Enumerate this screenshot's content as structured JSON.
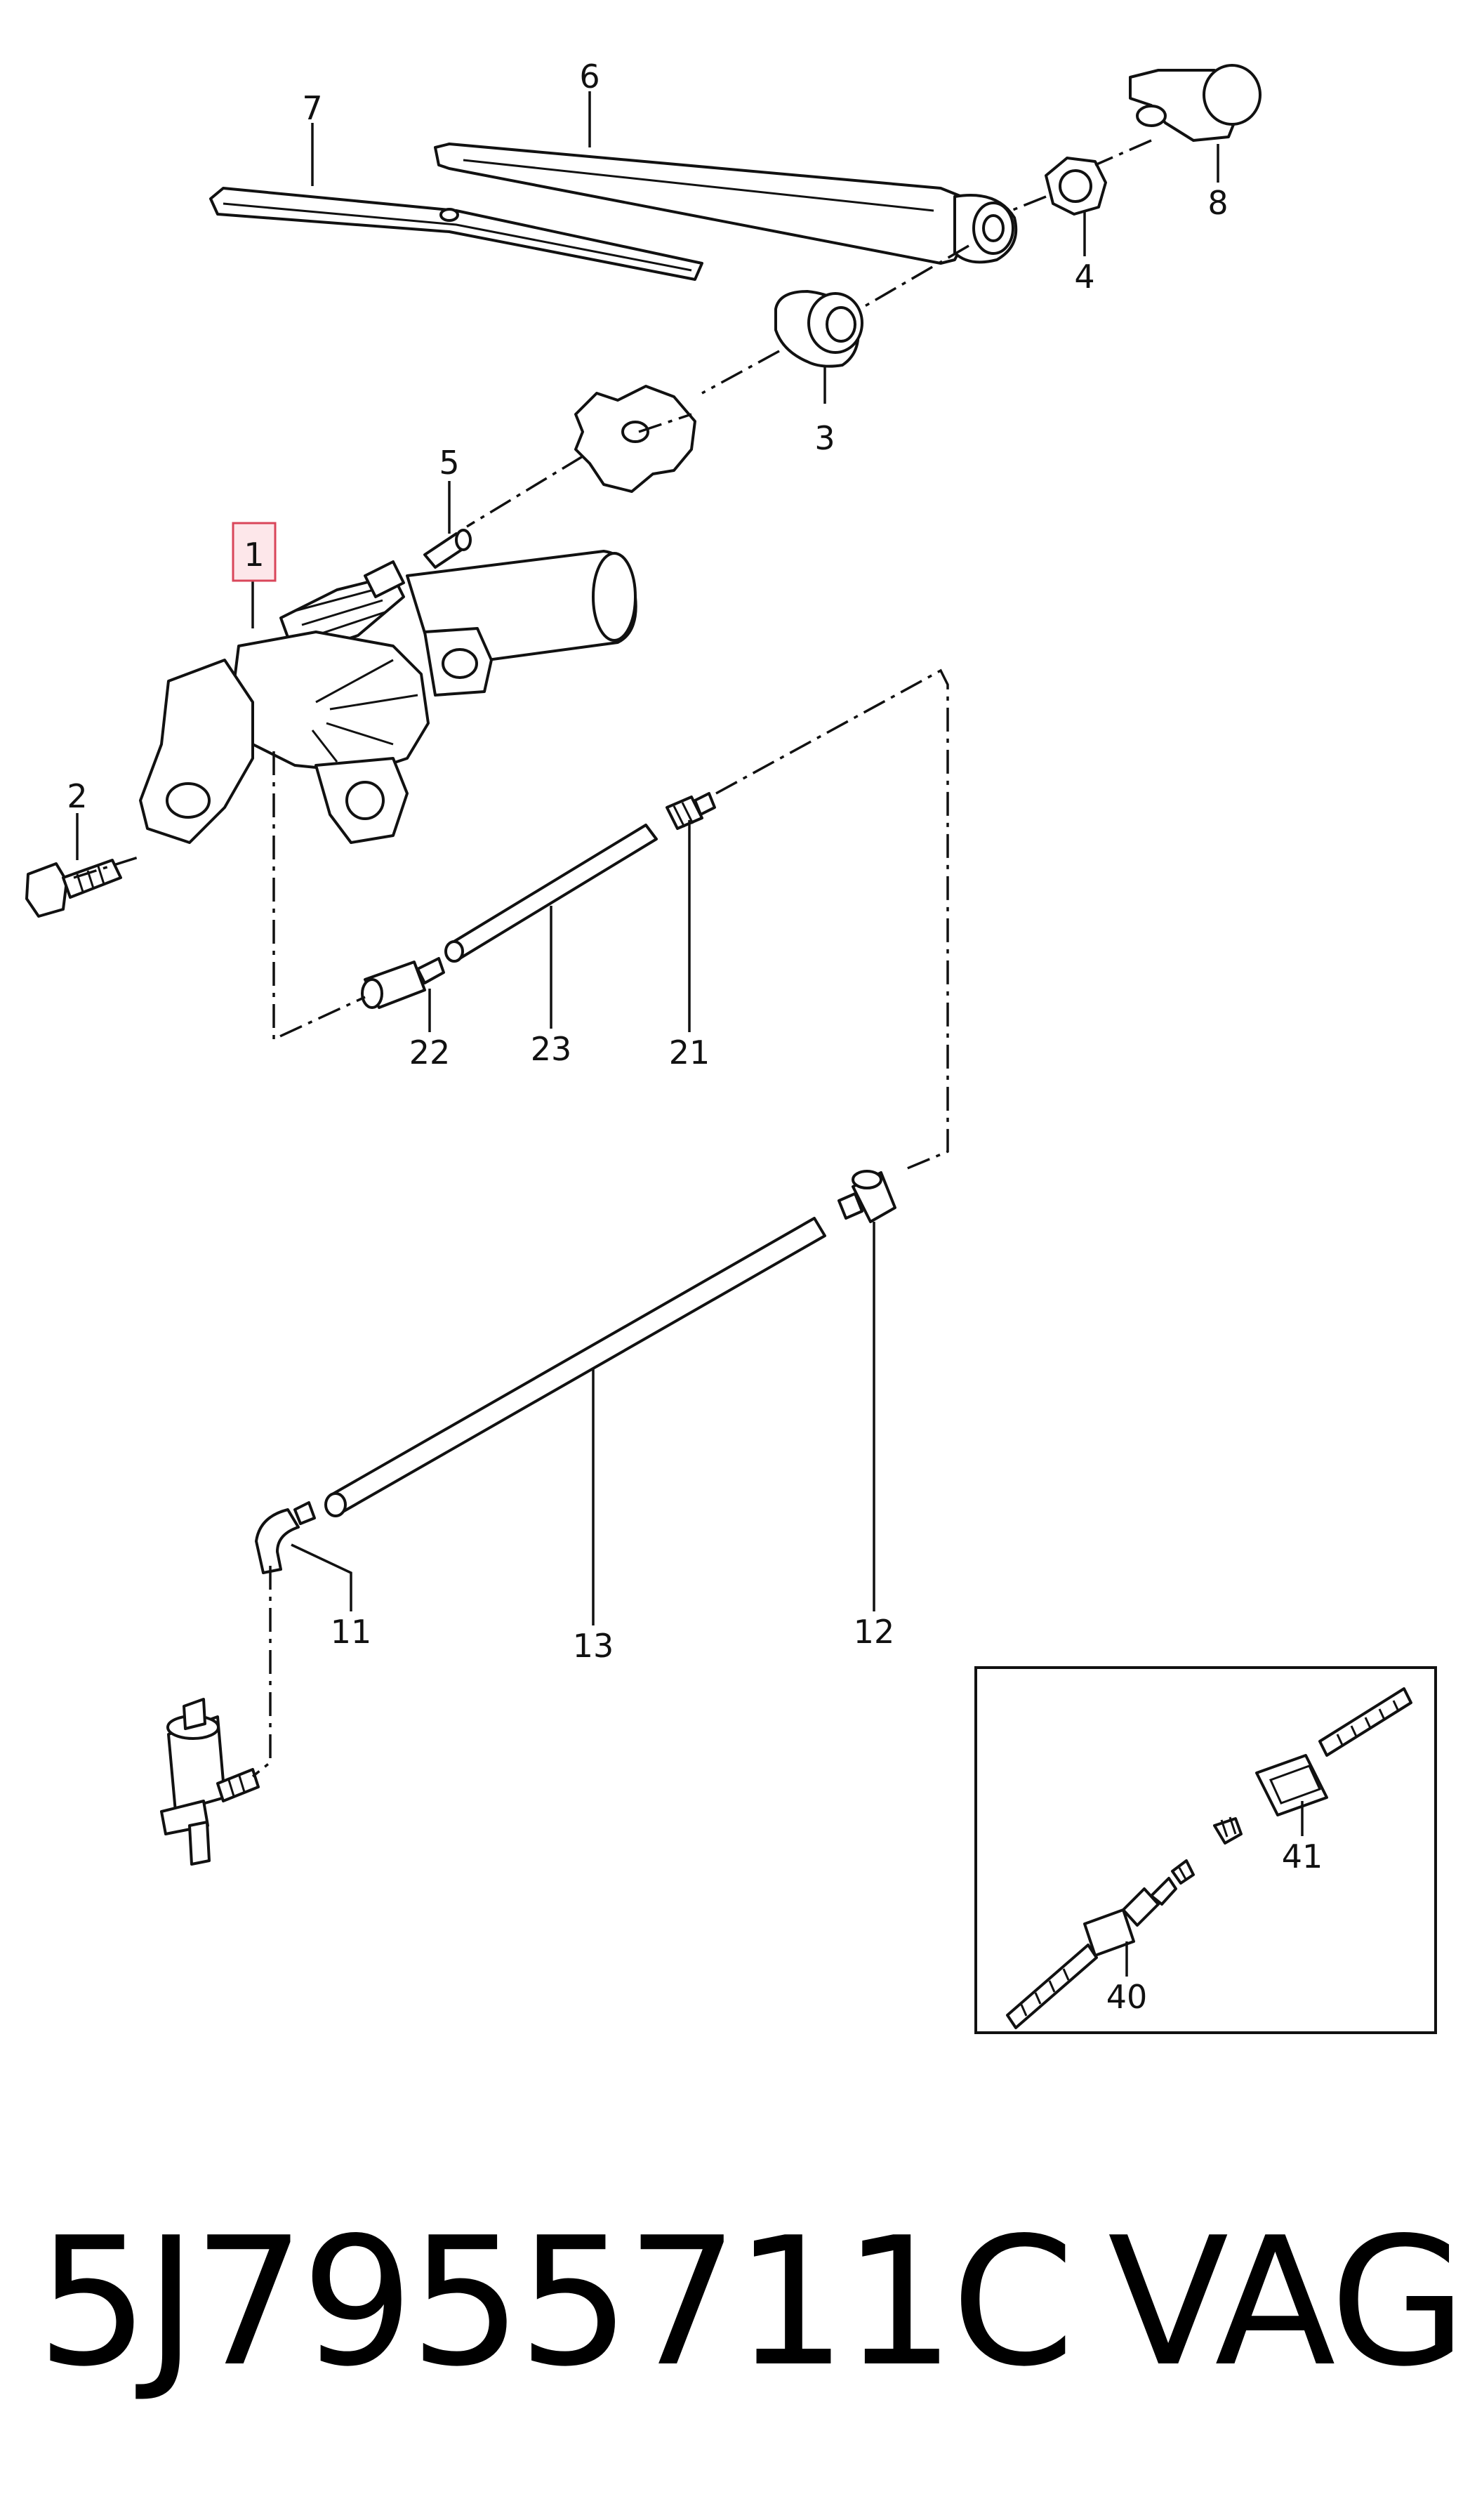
{
  "labels": {
    "p1": "1",
    "p2": "2",
    "p3": "3",
    "p4": "4",
    "p5": "5",
    "p6": "6",
    "p7": "7",
    "p8": "8",
    "p11": "11",
    "p12": "12",
    "p13": "13",
    "p21": "21",
    "p22": "22",
    "p23": "23",
    "p40": "40",
    "p41": "41"
  },
  "highlight": {
    "part": "1",
    "color": "#d9465a"
  },
  "footer": {
    "part_number": "5J7955711C",
    "brand": "VAG"
  }
}
